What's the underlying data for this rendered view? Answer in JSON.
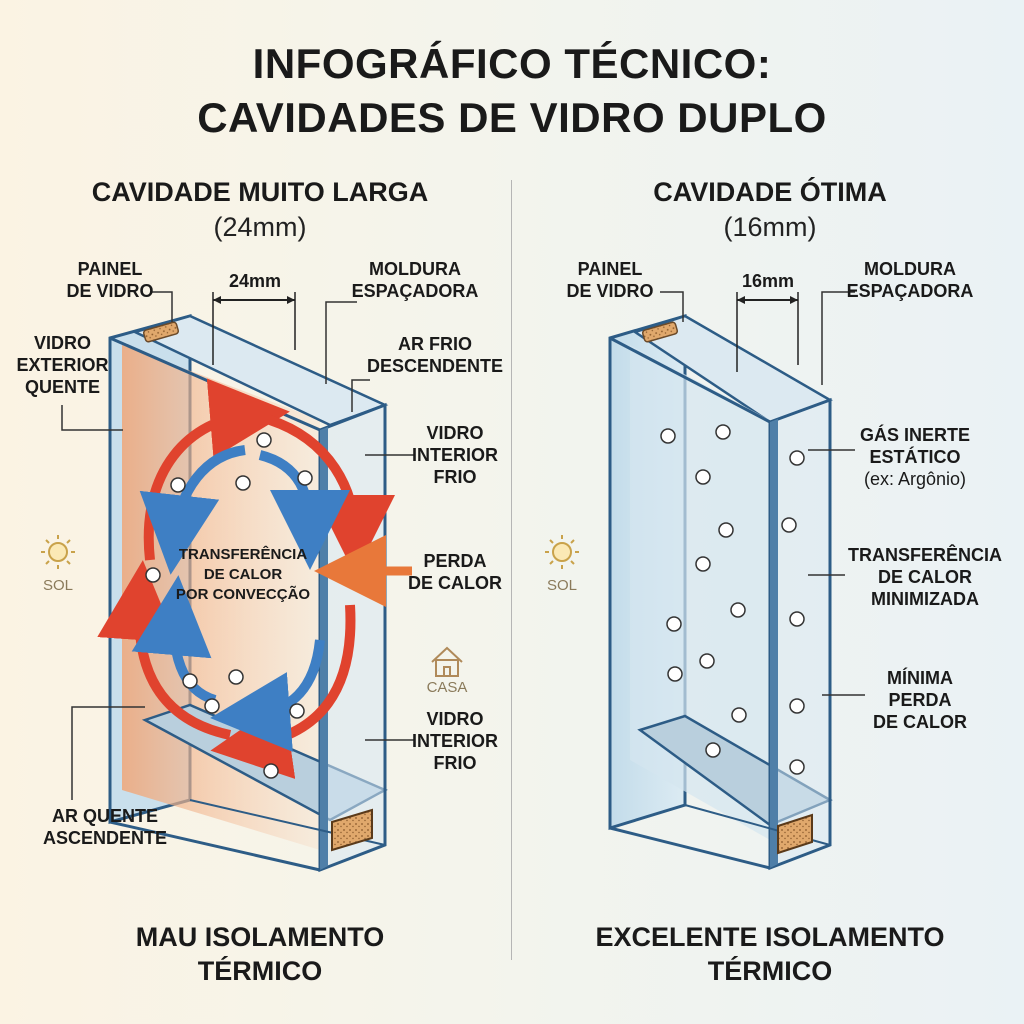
{
  "title": {
    "line1": "INFOGRÁFICO TÉCNICO:",
    "line2": "CAVIDADES DE VIDRO DUPLO"
  },
  "left": {
    "heading": "CAVIDADE MUITO LARGA",
    "subheading": "(24mm)",
    "labels": {
      "painel_1": "PAINEL",
      "painel_2": "DE VIDRO",
      "dimension": "24mm",
      "moldura_1": "MOLDURA",
      "moldura_2": "ESPAÇADORA",
      "exterior_1": "VIDRO",
      "exterior_2": "EXTERIOR",
      "exterior_3": "QUENTE",
      "arfrio_1": "AR FRIO",
      "arfrio_2": "DESCENDENTE",
      "interior_a_1": "VIDRO",
      "interior_a_2": "INTERIOR",
      "interior_a_3": "FRIO",
      "conveccao_1": "TRANSFERÊNCIA",
      "conveccao_2": "DE CALOR",
      "conveccao_3": "POR CONVECÇÃO",
      "perda_1": "PERDA",
      "perda_2": "DE CALOR",
      "interior_b_1": "VIDRO",
      "interior_b_2": "INTERIOR",
      "interior_b_3": "FRIO",
      "arquente_1": "AR QUENTE",
      "arquente_2": "ASCENDENTE"
    },
    "sun_label": "SOL",
    "house_label": "CASA",
    "footer_1": "MAU ISOLAMENTO",
    "footer_2": "TÉRMICO"
  },
  "right": {
    "heading": "CAVIDADE ÓTIMA",
    "subheading": "(16mm)",
    "labels": {
      "painel_1": "PAINEL",
      "painel_2": "DE VIDRO",
      "dimension": "16mm",
      "moldura_1": "MOLDURA",
      "moldura_2": "ESPAÇADORA",
      "gas_1": "GÁS INERTE",
      "gas_2": "ESTÁTICO",
      "gas_3": "(ex: Argônio)",
      "transf_1": "TRANSFERÊNCIA",
      "transf_2": "DE CALOR",
      "transf_3": "MINIMIZADA",
      "minima_1": "MÍNIMA",
      "minima_2": "PERDA",
      "minima_3": "DE CALOR"
    },
    "sun_label": "SOL",
    "footer_1": "EXCELENTE ISOLAMENTO",
    "footer_2": "TÉRMICO"
  },
  "colors": {
    "glass_edge": "#2d5c86",
    "glass_face": "#cfe3ef",
    "warm": "#e0432e",
    "cool": "#3e7fc4",
    "warm_glow": "#f2b48a",
    "spacer": "#d9a066",
    "leader": "#333333"
  }
}
